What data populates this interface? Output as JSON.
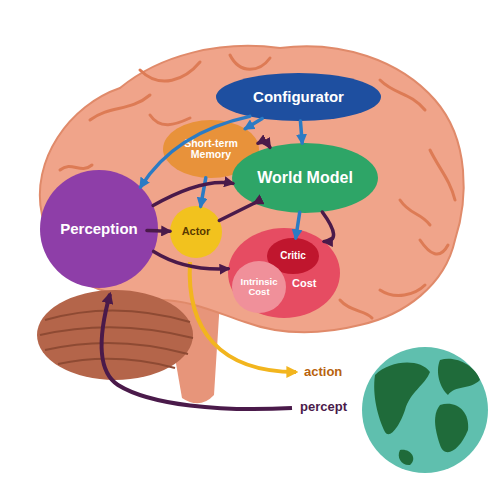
{
  "diagram": {
    "nodes": [
      {
        "text": [
          "Configurator"
        ]
      },
      {
        "text": [
          "Short-term Memory"
        ]
      },
      {
        "text": [
          "World Model"
        ]
      },
      {
        "text": [
          "Perception"
        ]
      },
      {
        "text": [
          "Actor"
        ]
      },
      {
        "text": [
          "Cost"
        ]
      },
      {
        "text": [
          "Critic"
        ],
        "in": 5
      },
      {
        "text": [
          "Intrinsic Cost"
        ],
        "in": 5
      }
    ],
    "edges": [
      {
        "from": 0,
        "to": 3,
        "arrow": "to"
      },
      {
        "from": 0,
        "to": 1,
        "arrow": "to"
      },
      {
        "from": 0,
        "to": 2,
        "arrow": "to"
      },
      {
        "from": 1,
        "to": 2,
        "arrow": "both"
      },
      {
        "from": 1,
        "to": 4,
        "arrow": "to"
      },
      {
        "from": 3,
        "to": 2,
        "arrow": "to"
      },
      {
        "from": 3,
        "to": 4,
        "arrow": "to"
      },
      {
        "from": 3,
        "to": 5,
        "arrow": "to"
      },
      {
        "from": 4,
        "to": 2,
        "arrow": "to"
      },
      {
        "from": 2,
        "to": 6,
        "arrow": "to"
      },
      {
        "from": 2,
        "to": 5,
        "arrow": "to"
      }
    ],
    "labels": [
      "action",
      "percept"
    ]
  }
}
